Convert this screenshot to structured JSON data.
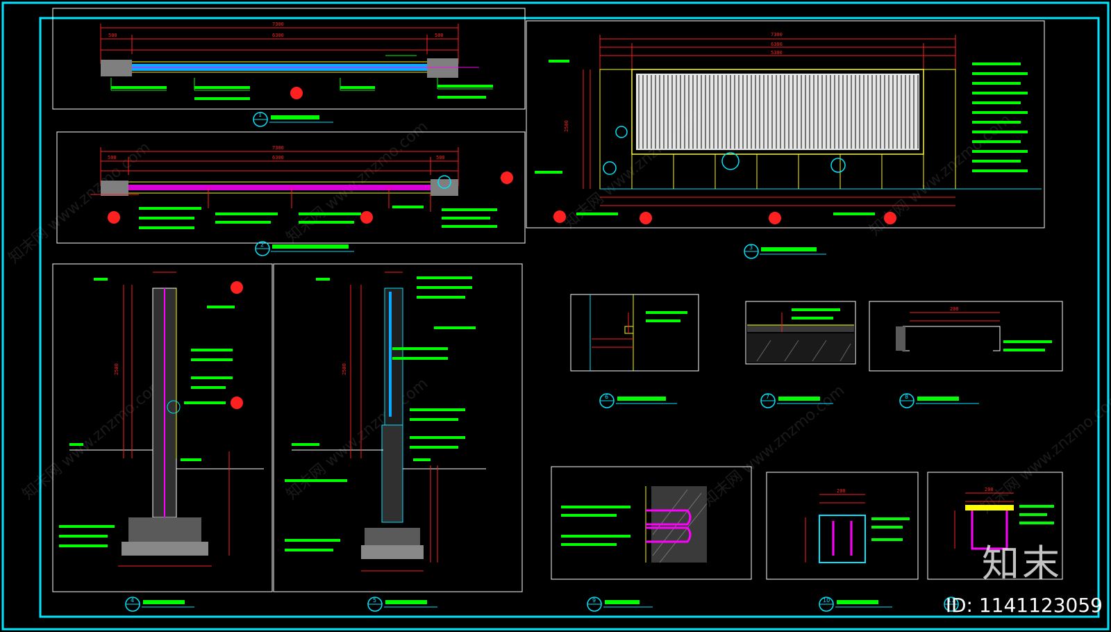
{
  "sheet": {
    "colors": {
      "background": "#000000",
      "frame": "#00e5ff",
      "dimension": "#ff2020",
      "annotation": "#00ff00",
      "outline": "#ffffff",
      "accent_magenta": "#ff00ff",
      "accent_yellow": "#ffff00"
    }
  },
  "watermark": {
    "brand": "知末",
    "id_label": "ID: 1141123059",
    "repeat_text": "知末网 www.znzmo.com"
  },
  "views": {
    "plan_top": {
      "overall_dim": "7300",
      "dim_a": "500",
      "dim_b": "6300",
      "dim_c": "500"
    },
    "plan_2": {
      "overall_dim": "7300",
      "dim_a": "500",
      "dim_b": "6300",
      "dim_c": "500"
    },
    "elevation": {
      "overall_dim": "7300",
      "dim_a": "6300",
      "dim_b": "5300",
      "height_dim": "2500"
    },
    "section_4": {
      "height_dim": "2500"
    },
    "section_5": {
      "height_dim": "2500"
    },
    "detail_6": {},
    "detail_7": {},
    "detail_8": {
      "width_dim": "200"
    },
    "detail_9": {},
    "detail_10": {
      "width_dim": "200"
    },
    "detail_11": {
      "width_dim": "200"
    }
  },
  "markers": [
    "1",
    "2",
    "3",
    "4",
    "5",
    "6",
    "7",
    "8",
    "9",
    "10",
    "11"
  ]
}
